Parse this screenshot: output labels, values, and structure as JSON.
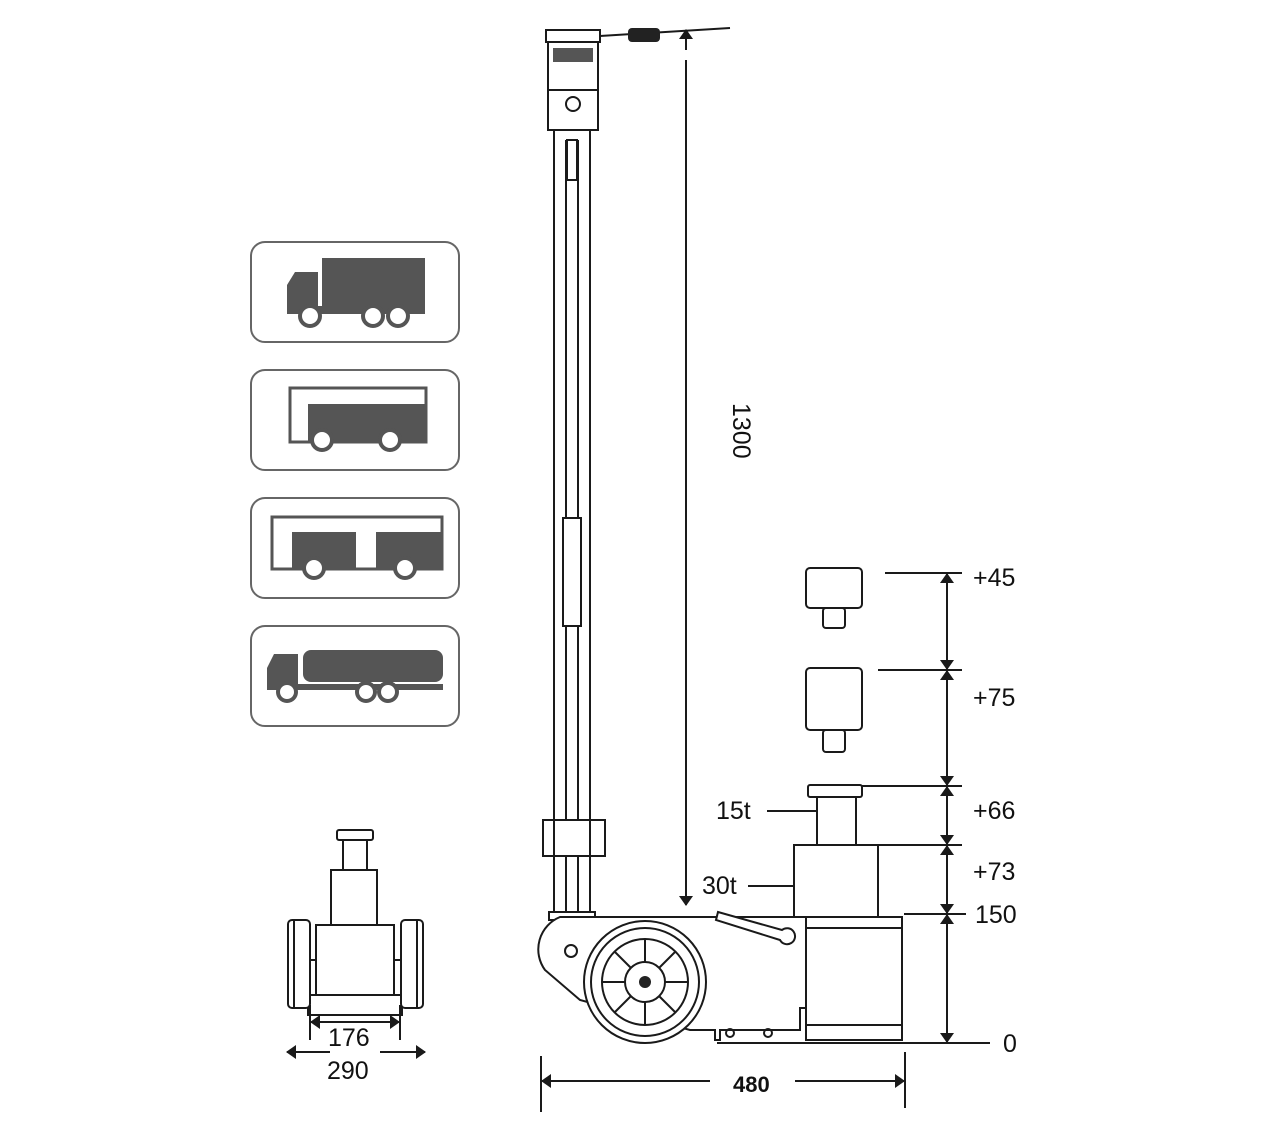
{
  "title": "Air hydraulic jack dimensional drawing",
  "vehicle_icons": [
    "truck-icon",
    "bus-icon",
    "articulated-bus-icon",
    "tanker-truck-icon"
  ],
  "dimensions": {
    "max_height": "1300",
    "extension_1": "+45",
    "extension_2": "+75",
    "stage_1": "+66",
    "stage_2": "+73",
    "min_height": "150",
    "base": "0",
    "length": "480",
    "inner_width": "176",
    "outer_width": "290"
  },
  "capacities": {
    "stage_1": "15t",
    "stage_2": "30t"
  }
}
